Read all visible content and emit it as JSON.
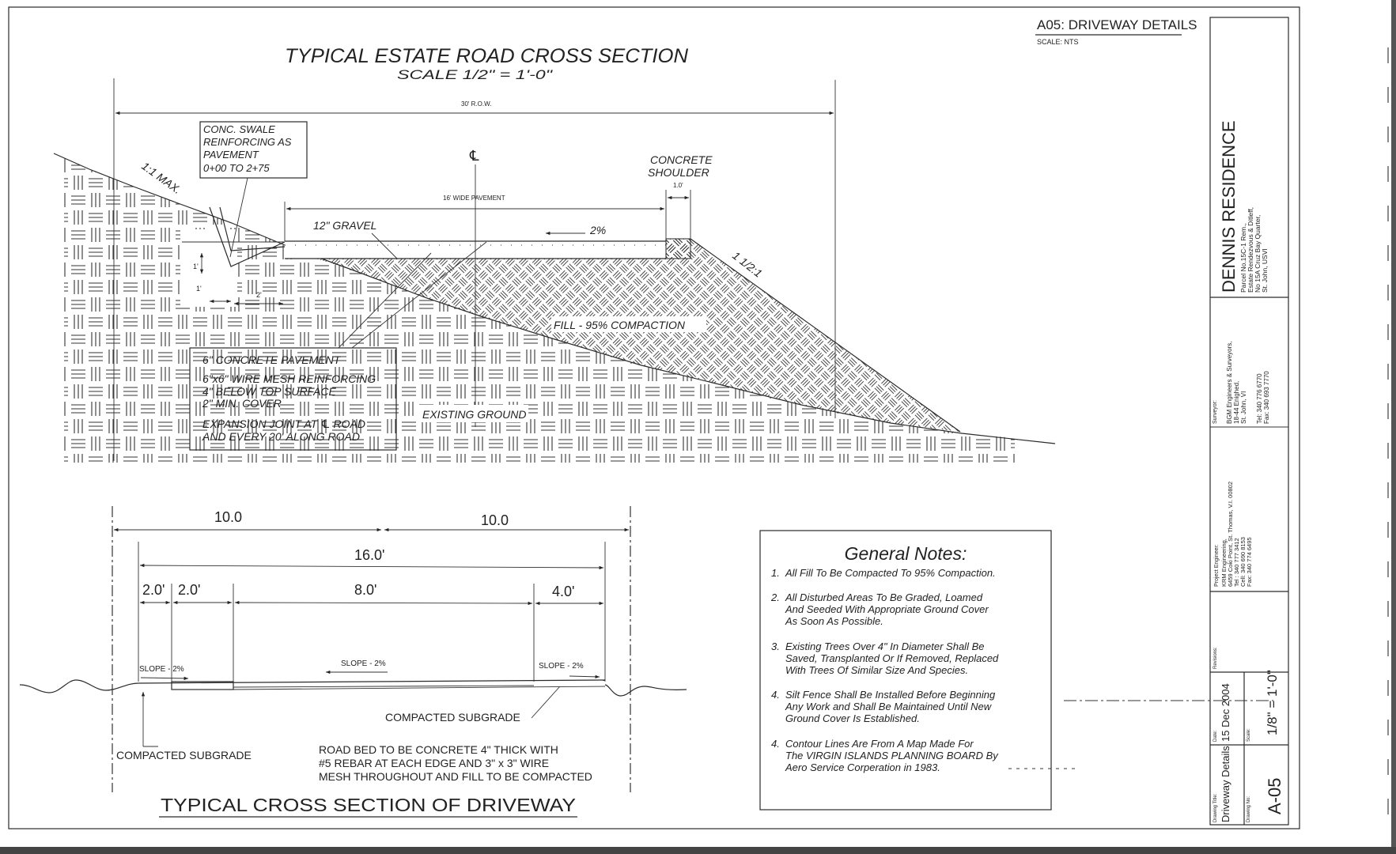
{
  "sheet_header": {
    "title": "A05: DRIVEWAY DETAILS",
    "scale": "SCALE: NTS"
  },
  "road_section": {
    "title": "TYPICAL ESTATE ROAD CROSS SECTION",
    "scale": "SCALE 1/2\" = 1'-0\"",
    "row_dim": "30' R.O.W.",
    "pavement_dim": "16' WIDE PAVEMENT",
    "centerline": "℄",
    "shoulder_label_1": "CONCRETE",
    "shoulder_label_2": "SHOULDER",
    "shoulder_dim": "1.0'",
    "gravel": "12\" GRAVEL",
    "slope_pct": "2%",
    "fill_slope": "1 1/2:1",
    "cut_slope": "1:1 MAX.",
    "fill_label": "FILL - 95% COMPACTION",
    "existing_ground": "EXISTING GROUND",
    "swale_dim_depth": "1'",
    "swale_dim_1": "1'",
    "swale_dim_2": "2'",
    "swale_note": [
      "CONC. SWALE",
      "REINFORCING AS",
      "PAVEMENT",
      "0+00 TO 2+75"
    ],
    "pavement_note": [
      "6\" CONCRETE PAVEMENT",
      "6\"x6\" WIRE MESH REINFORCING",
      "4\" BELOW TOP SURFACE",
      "2\" MIN. COVER",
      "EXPANSION JOINT AT ℄ ROAD",
      "AND EVERY 20' ALONG ROAD"
    ]
  },
  "driveway_section": {
    "title": "TYPICAL CROSS SECTION OF DRIVEWAY",
    "dims": {
      "left_half": "10.0",
      "right_half": "10.0",
      "total": "16.0'",
      "d1": "2.0'",
      "d2": "2.0'",
      "d3": "8.0'",
      "d4": "4.0'"
    },
    "slopes": [
      "SLOPE - 2%",
      "SLOPE - 2%",
      "SLOPE - 2%"
    ],
    "subgrade_right": "COMPACTED SUBGRADE",
    "subgrade_left": "COMPACTED SUBGRADE",
    "road_bed_note": [
      "ROAD BED TO BE CONCRETE 4\" THICK  WITH",
      "#5 REBAR AT EACH EDGE AND 3\" x 3\" WIRE",
      "MESH THROUGHOUT AND FILL TO BE COMPACTED"
    ]
  },
  "general_notes": {
    "title": "General Notes:",
    "items": [
      {
        "num": "1.",
        "lines": [
          "All Fill To Be Compacted To 95% Compaction."
        ]
      },
      {
        "num": "2.",
        "lines": [
          "All Disturbed Areas To Be Graded, Loamed",
          "And Seeded With Appropriate Ground Cover",
          "As Soon As Possible."
        ]
      },
      {
        "num": "3.",
        "lines": [
          "Existing Trees Over 4\" In Diameter Shall Be",
          "Saved, Transplanted Or If Removed, Replaced",
          "With Trees Of Similar Size And Species."
        ]
      },
      {
        "num": "4.",
        "lines": [
          "Silt Fence Shall Be Installed Before Beginning",
          "Any Work and Shall Be Maintained Until New",
          "Ground Cover Is Established."
        ]
      },
      {
        "num": "4.",
        "lines": [
          "Contour Lines Are From A Map Made For",
          "The VIRGIN ISLANDS PLANNING BOARD By",
          "Aero Service Corperation in 1983."
        ]
      }
    ]
  },
  "title_block": {
    "project": "DENNIS RESIDENCE",
    "project_address": [
      "Parcel No.15C-1 Rem.,",
      "Estate Rendezvous & Ditleff,",
      "No 15A Cruz Bay Quarter,",
      "St. John, USVI"
    ],
    "surveyor_label": "Surveyor:",
    "surveyor": [
      "BGM Engineers & Surveyors,",
      "18-44 Enighed,",
      "St. John, VI"
    ],
    "surveyor_phone": [
      "Tel:  340 776 6770",
      "Fax: 340 693 7770"
    ],
    "engineer_label": "Project Engineer:",
    "engineer": [
      "KRM Engineering,",
      "6459 Coki Point, St. Thomas, V.I. 00802",
      "Tel : 340 777 3412",
      "Cell: 340 690 8153",
      "Fax: 340 774 6495"
    ],
    "revisions_label": "Revisions:",
    "date_label": "Date:",
    "date": "15 Dec 2004",
    "drawing_title_label": "Drawing Title:",
    "drawing_title": "Driveway Details",
    "scale_label": "Scale:",
    "scale": "1/8\" = 1'-0\"",
    "drawing_no_label": "Drawing No:",
    "drawing_no": "A-05"
  }
}
